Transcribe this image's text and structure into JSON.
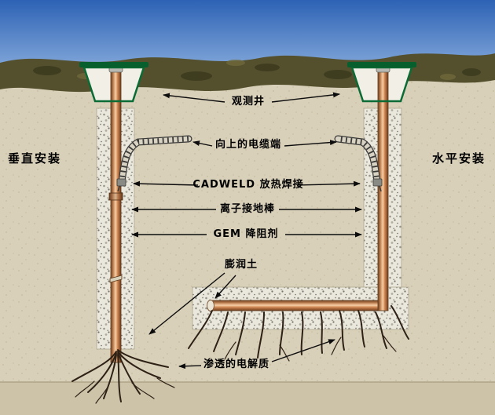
{
  "diagram": {
    "side_labels": {
      "left": "垂直安装",
      "right": "水平安装"
    },
    "callouts": {
      "observation_well": "观测井",
      "upward_cable_end": "向上的电缆端",
      "cadweld": "CADWELD 放热焊接",
      "ion_ground_rod": "离子接地棒",
      "gem": "GEM 降阻剂",
      "bentonite": "膨润土",
      "electrolyte": "渗透的电解质"
    },
    "colors": {
      "sky": "#3d72bd",
      "soil": "#d9d0ba",
      "surface_band": "#54502e",
      "rod_copper": "#c9854f",
      "well_green": "#0a6c34",
      "backfill": "#eae7dd"
    }
  }
}
